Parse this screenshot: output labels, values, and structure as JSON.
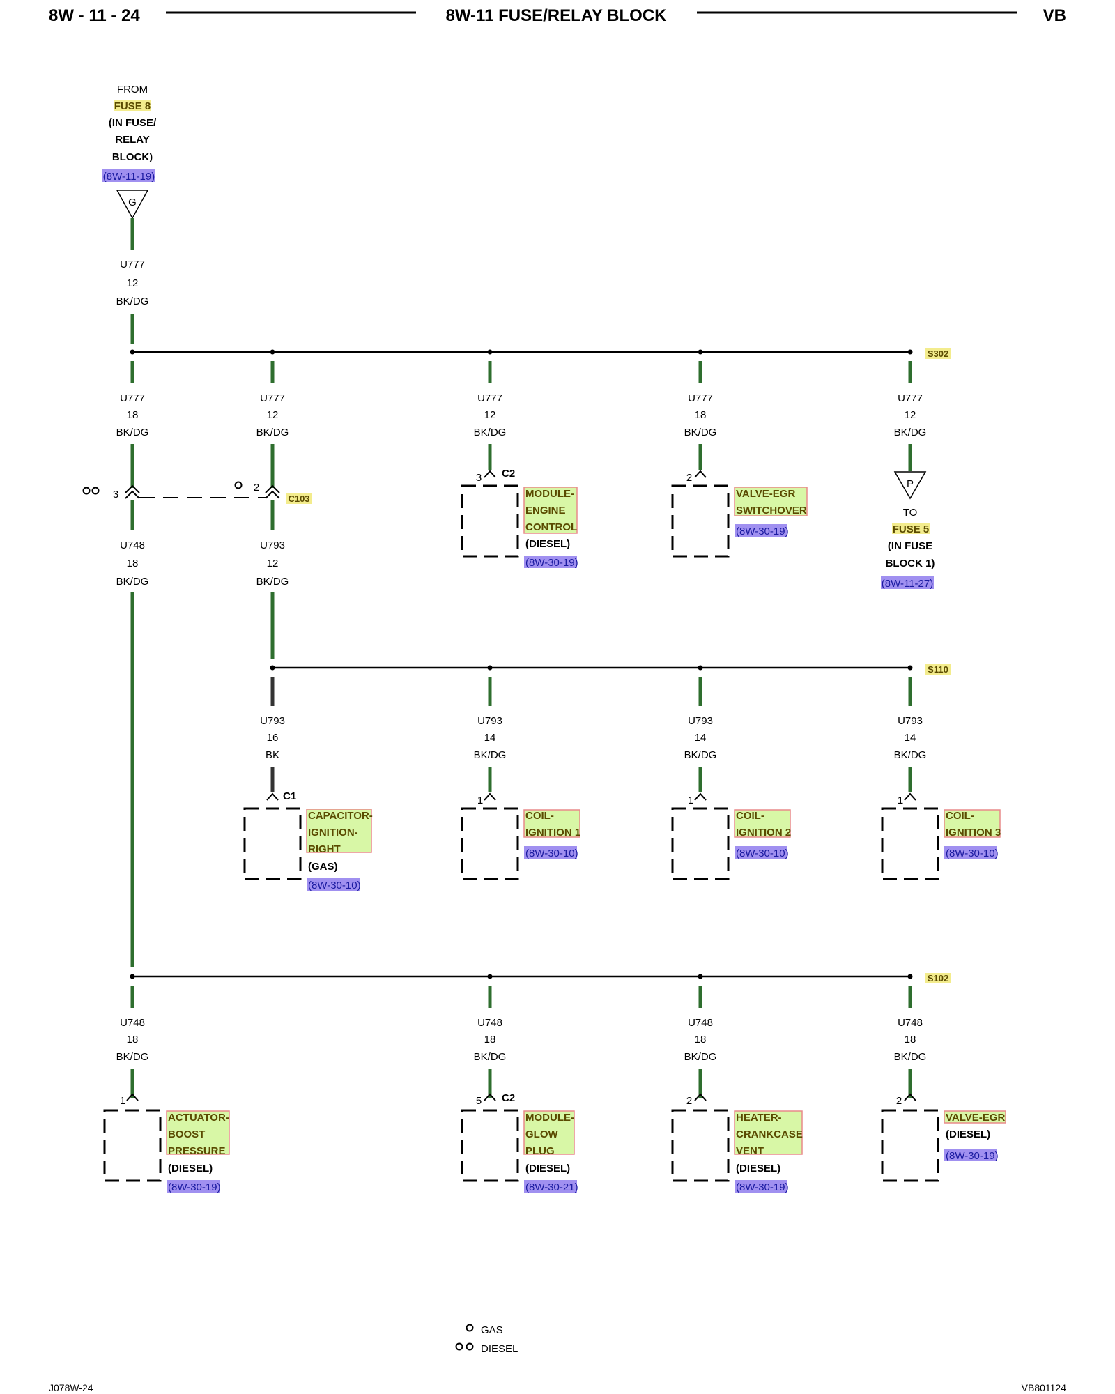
{
  "header": {
    "page": "8W - 11 - 24",
    "title": "8W-11 FUSE/RELAY BLOCK",
    "code": "VB"
  },
  "source": {
    "lines": [
      "FROM",
      "FUSE 8",
      "(IN FUSE/",
      "RELAY",
      "BLOCK)"
    ],
    "ref": "(8W-11-19)",
    "connector_letter": "G",
    "wire": [
      "U777",
      "12",
      "BK/DG"
    ]
  },
  "splices": [
    "S302",
    "S110",
    "S102"
  ],
  "c103": {
    "name": "C103",
    "pin_left": "3",
    "pin_right": "2"
  },
  "s302_wires": [
    [
      "U777",
      "18",
      "BK/DG"
    ],
    [
      "U777",
      "12",
      "BK/DG"
    ],
    [
      "U777",
      "12",
      "BK/DG"
    ],
    [
      "U777",
      "18",
      "BK/DG"
    ],
    [
      "U777",
      "12",
      "BK/DG"
    ]
  ],
  "below_c103": [
    [
      "U748",
      "18",
      "BK/DG"
    ],
    [
      "U793",
      "12",
      "BK/DG"
    ]
  ],
  "s110_wires": [
    [
      "U793",
      "16",
      "BK"
    ],
    [
      "U793",
      "14",
      "BK/DG"
    ],
    [
      "U793",
      "14",
      "BK/DG"
    ],
    [
      "U793",
      "14",
      "BK/DG"
    ]
  ],
  "s102_wires": [
    [
      "U748",
      "18",
      "BK/DG"
    ],
    [
      "U748",
      "18",
      "BK/DG"
    ],
    [
      "U748",
      "18",
      "BK/DG"
    ],
    [
      "U748",
      "18",
      "BK/DG"
    ]
  ],
  "components": {
    "ecm": {
      "pin": "3",
      "conn": "C2",
      "name": [
        "MODULE-",
        "ENGINE",
        "CONTROL"
      ],
      "note": "(DIESEL)",
      "ref": "(8W-30-19)"
    },
    "egr_switch": {
      "pin": "2",
      "conn": "",
      "name": [
        "VALVE-EGR",
        "SWITCHOVER"
      ],
      "note": "",
      "ref": "(8W-30-19)"
    },
    "capacitor": {
      "pin": "",
      "conn": "C1",
      "name": [
        "CAPACITOR-",
        "IGNITION-",
        "RIGHT"
      ],
      "note": "(GAS)",
      "ref": "(8W-30-10)"
    },
    "coil1": {
      "pin": "1",
      "conn": "",
      "name": [
        "COIL-",
        "IGNITION 1"
      ],
      "note": "",
      "ref": "(8W-30-10)"
    },
    "coil2": {
      "pin": "1",
      "conn": "",
      "name": [
        "COIL-",
        "IGNITION 2"
      ],
      "note": "",
      "ref": "(8W-30-10)"
    },
    "coil3": {
      "pin": "1",
      "conn": "",
      "name": [
        "COIL-",
        "IGNITION 3"
      ],
      "note": "",
      "ref": "(8W-30-10)"
    },
    "actuator": {
      "pin": "1",
      "conn": "",
      "name": [
        "ACTUATOR-",
        "BOOST",
        "PRESSURE"
      ],
      "note": "(DIESEL)",
      "ref": "(8W-30-19)"
    },
    "glow": {
      "pin": "5",
      "conn": "C2",
      "name": [
        "MODULE-",
        "GLOW",
        "PLUG"
      ],
      "note": "(DIESEL)",
      "ref": "(8W-30-21)"
    },
    "heater": {
      "pin": "2",
      "conn": "",
      "name": [
        "HEATER-",
        "CRANKCASE",
        "VENT"
      ],
      "note": "(DIESEL)",
      "ref": "(8W-30-19)"
    },
    "egr": {
      "pin": "2",
      "conn": "",
      "name": [
        "VALVE-EGR"
      ],
      "note": "(DIESEL)",
      "ref": "(8W-30-19)"
    }
  },
  "fuse5": {
    "connector_letter": "P",
    "lines": [
      "TO",
      "FUSE 5",
      "(IN FUSE",
      "BLOCK 1)"
    ],
    "ref": "(8W-11-27)"
  },
  "legend": {
    "gas": "GAS",
    "diesel": "DIESEL"
  },
  "footer": {
    "left": "J078W-24",
    "right": "VB801124"
  },
  "colors": {
    "wire_green": "#2e6e2e",
    "wire_black": "#000000",
    "highlight_yellow": "#f3ec8d",
    "highlight_green": "#d8f7a6",
    "highlight_blue": "#a090f0"
  }
}
